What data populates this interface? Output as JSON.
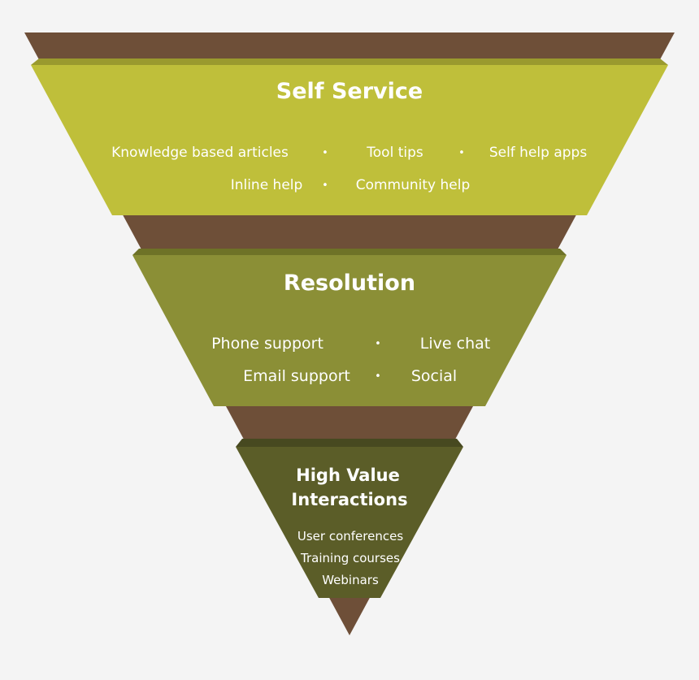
{
  "colors": {
    "background": "#f4f4f4",
    "funnel_brown": "#6e4f38",
    "self_service": "#bfbf3a",
    "resolution": "#8b8f36",
    "high_value": "#5b5d28",
    "text": "#ffffff"
  },
  "tiers": {
    "self_service": {
      "title": "Self Service",
      "items": [
        "Knowledge based articles",
        "Tool tips",
        "Self help apps",
        "Inline help",
        "Community help"
      ],
      "separator": "•"
    },
    "resolution": {
      "title": "Resolution",
      "items": [
        "Phone support",
        "Live chat",
        "Email support",
        "Social"
      ],
      "separator": "•"
    },
    "high_value": {
      "title_line1": "High Value",
      "title_line2": "Interactions",
      "items": [
        "User conferences",
        "Training courses",
        "Webinars"
      ]
    }
  }
}
